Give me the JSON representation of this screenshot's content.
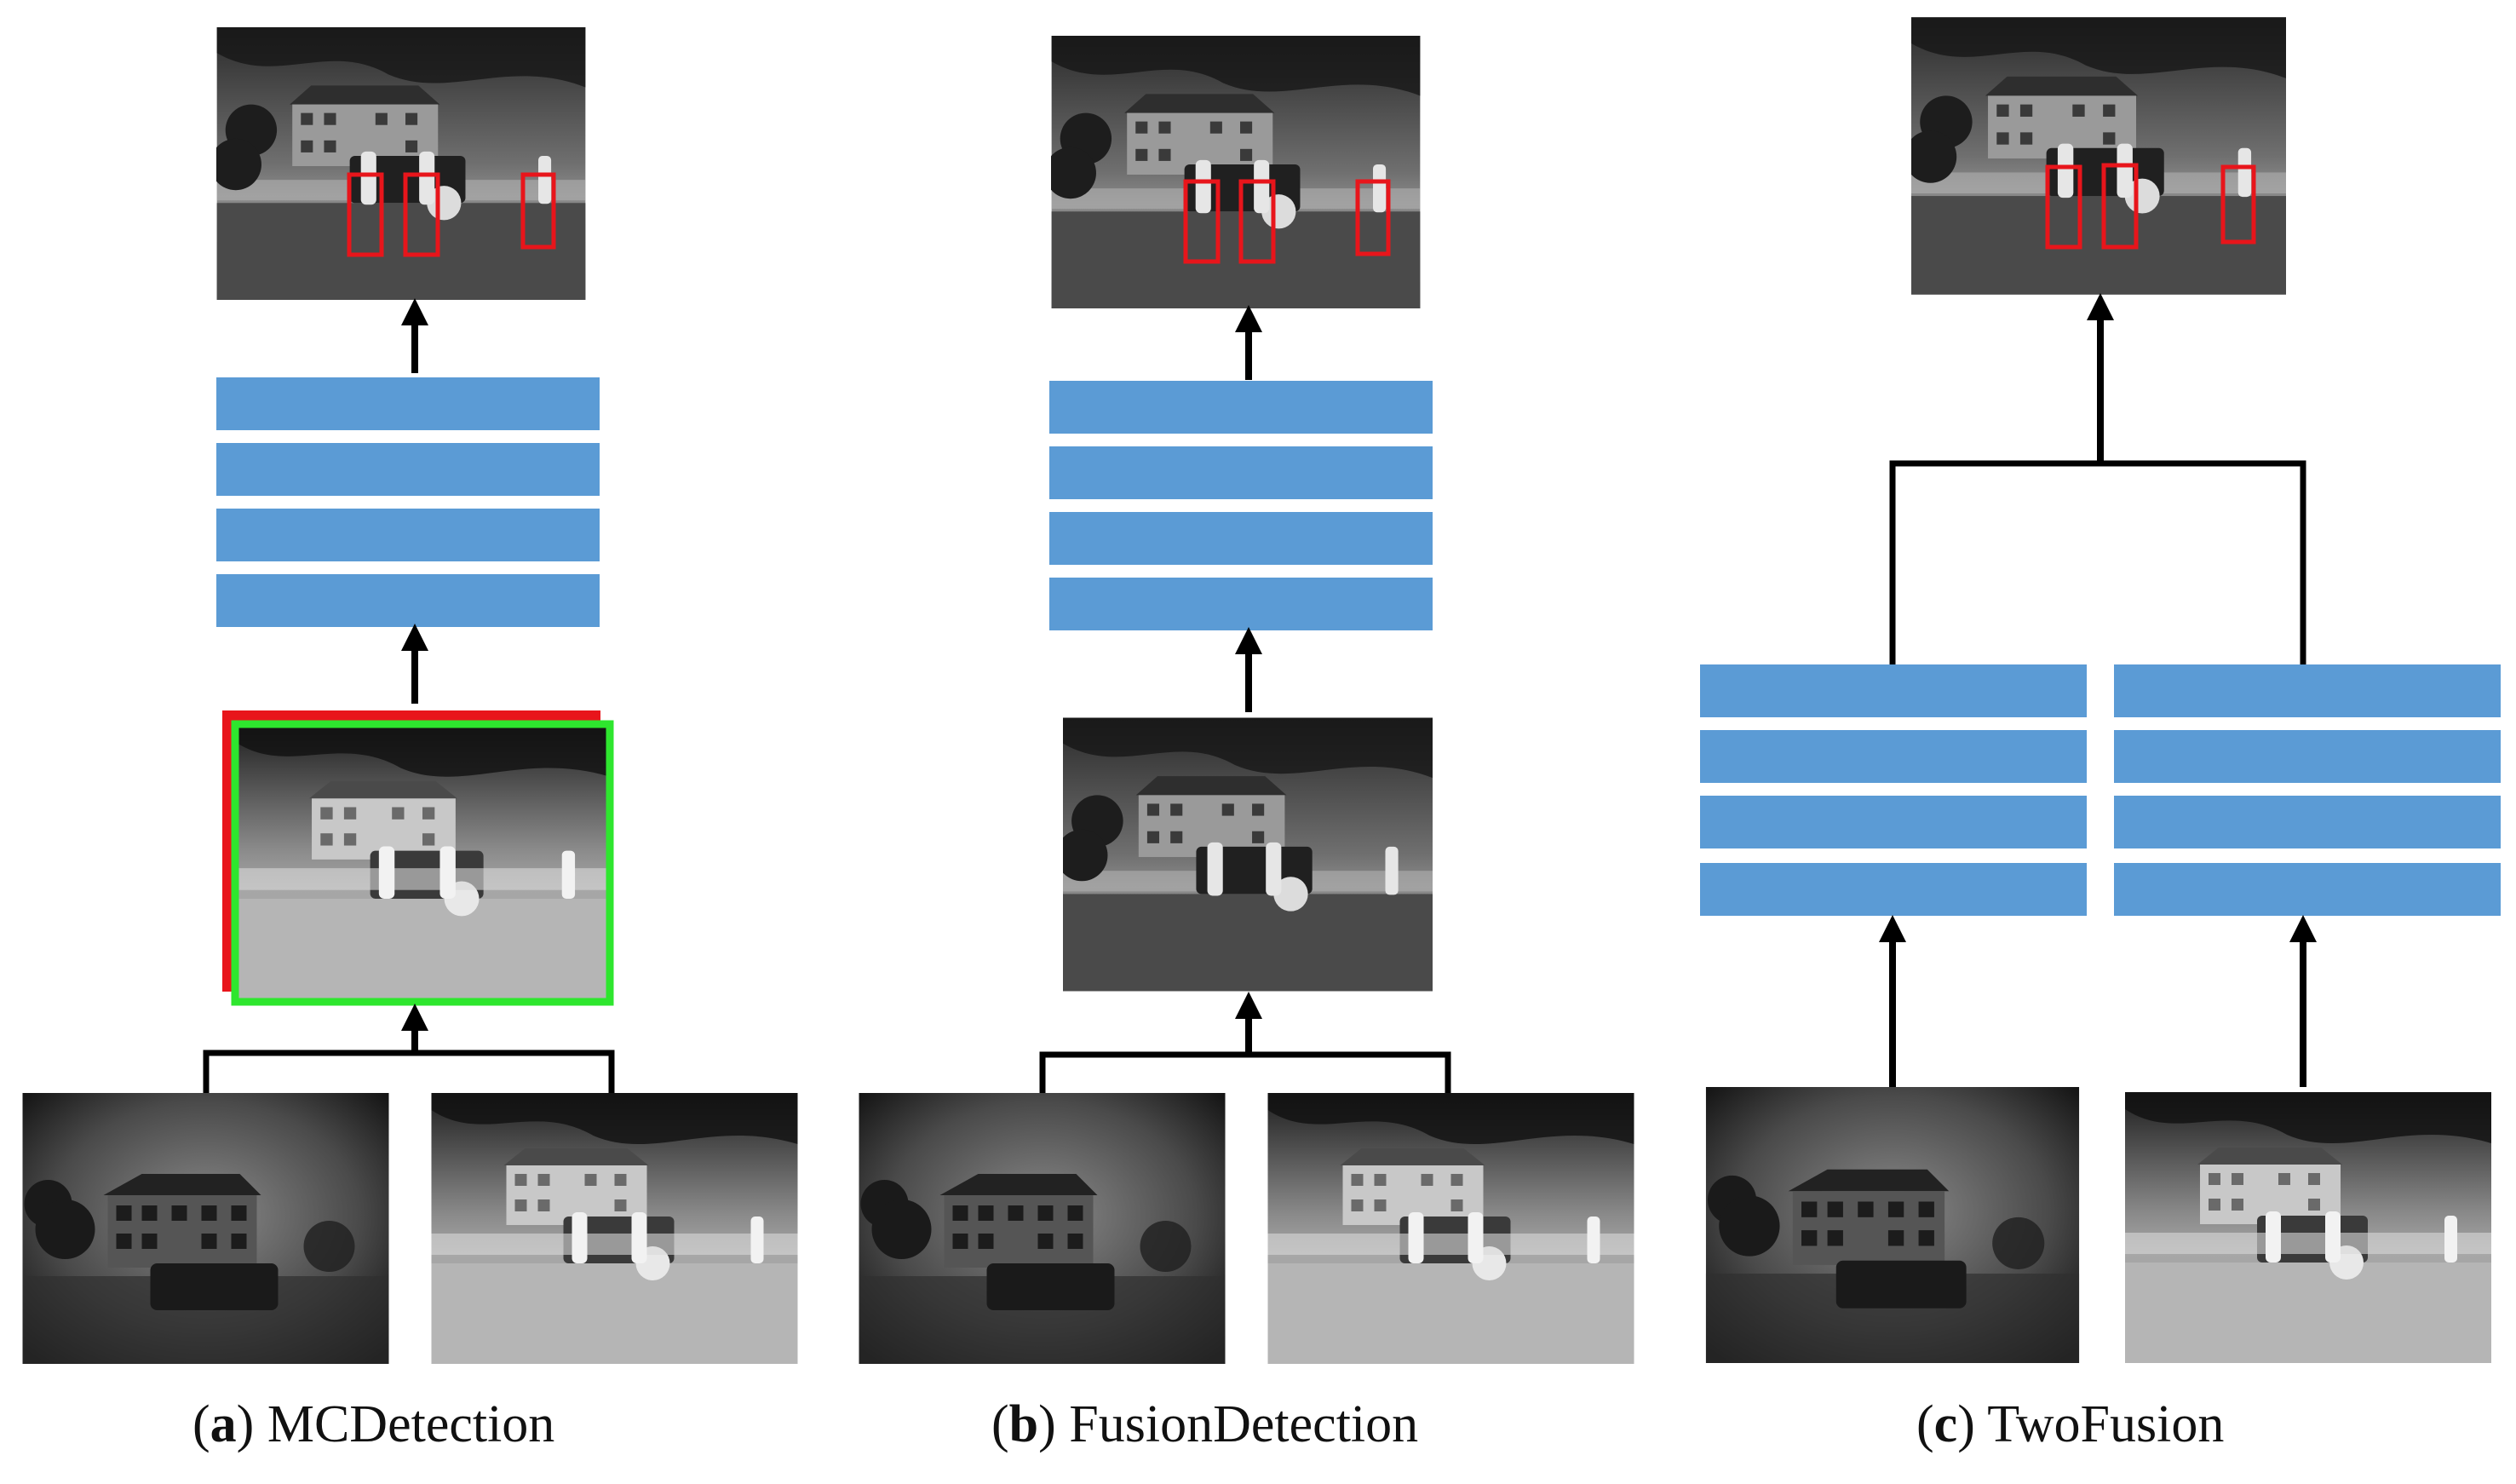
{
  "panels": [
    {
      "letter": "a",
      "name": "MCDetection"
    },
    {
      "letter": "b",
      "name": "FusionDetection"
    },
    {
      "letter": "c",
      "name": "TwoFusion"
    }
  ],
  "colors": {
    "layer_blue": "#5b9bd5",
    "detection_box": "#e8151b",
    "visible_frame": "#e8151b",
    "thermal_frame": "#2ee62e",
    "connector": "#000000"
  },
  "icons": [
    "thermal-scene-image",
    "visible-scene-image",
    "fused-scene-image",
    "detection-result-image",
    "network-layer-stack"
  ]
}
